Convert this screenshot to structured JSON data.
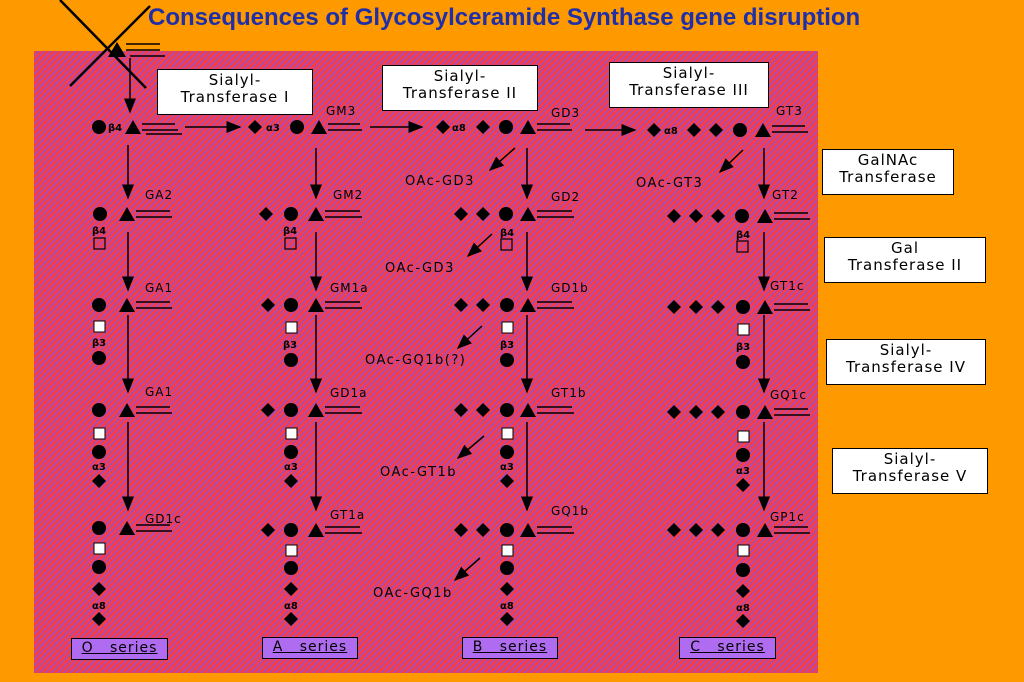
{
  "title": "Consequences of Glycosylceramide Synthase gene disruption",
  "enzymes": {
    "st1": {
      "line1": "Sialyl-",
      "line2": "Transferase   I"
    },
    "st2": {
      "line1": "Sialyl-",
      "line2": "Transferase   II"
    },
    "st3": {
      "line1": "Sialyl-",
      "line2": "Transferase   III"
    },
    "galnac": {
      "line1": "GalNAc",
      "line2": "Transferase"
    },
    "gal": {
      "line1": "Gal",
      "line2": "Transferase     II"
    },
    "st4": {
      "line1": "Sialyl-",
      "line2": "Transferase   IV"
    },
    "st5": {
      "line1": "Sialyl-",
      "line2": "Transferase   V"
    }
  },
  "series": {
    "o": "O   series",
    "a": "A   series",
    "b": "B   series",
    "c": "C   series"
  },
  "glycans": {
    "o": [
      "GA2",
      "GA1",
      "GA1",
      "GD1c"
    ],
    "a": [
      "GM3",
      "GM2",
      "GM1a",
      "GD1a",
      "GT1a"
    ],
    "b": [
      "GD3",
      "GD2",
      "GD1b",
      "GT1b",
      "GQ1b"
    ],
    "c": [
      "GT3",
      "GT2",
      "GT1c",
      "GQ1c",
      "GP1c"
    ]
  },
  "oac": {
    "gd3_1": "OAc-GD3",
    "gd3_2": "OAc-GD3",
    "gq1b_q": "OAc-GQ1b(?)",
    "gt1b": "OAc-GT1b",
    "gq1b": "OAc-GQ1b",
    "gt3": "OAc-GT3"
  },
  "linkages": {
    "b4": "β4",
    "b3": "β3",
    "a3": "α3",
    "a8": "α8"
  }
}
